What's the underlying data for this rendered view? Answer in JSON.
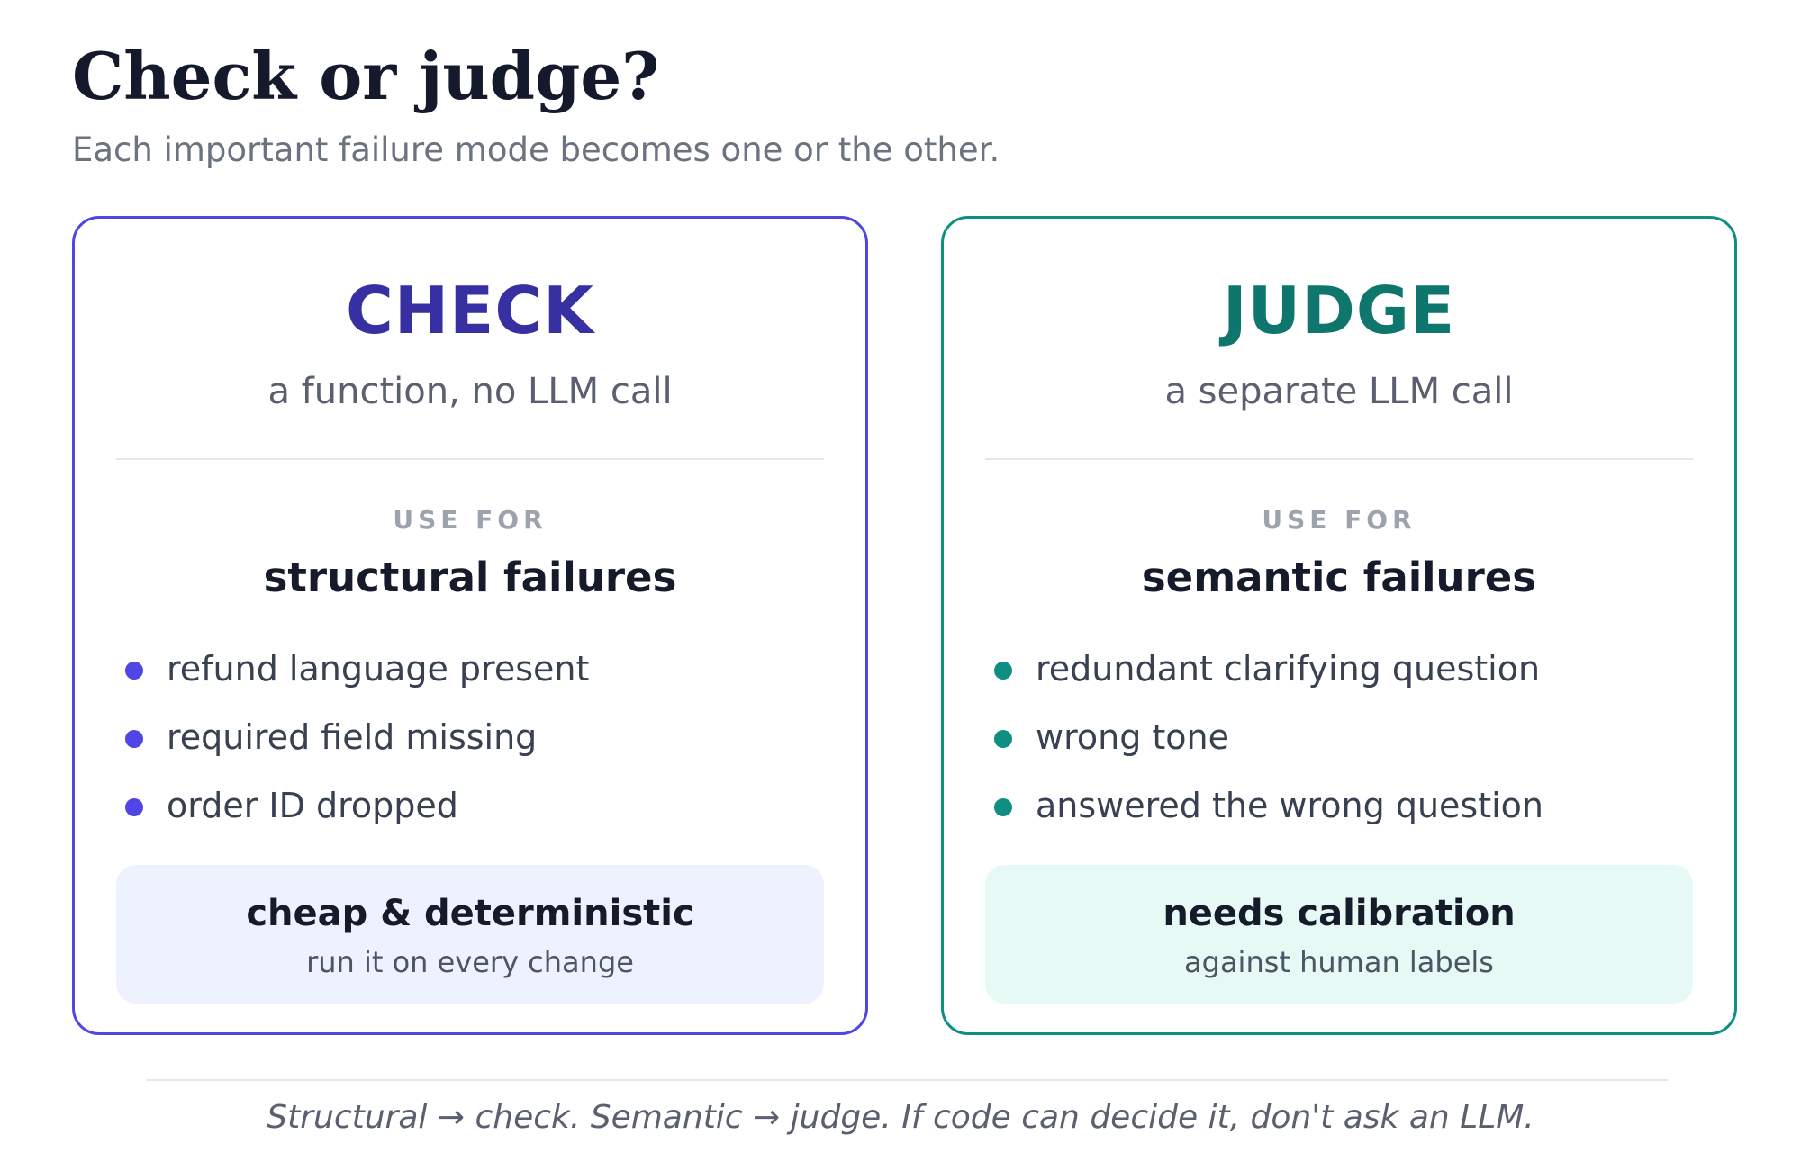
{
  "header": {
    "title": "Check or judge?",
    "subtitle": "Each important failure mode becomes one or the other."
  },
  "cards": [
    {
      "title": "CHECK",
      "subtitle": "a function, no LLM call",
      "use_for_label": "USE FOR",
      "failure_type": "structural failures",
      "items": [
        "refund language present",
        "required field missing",
        "order ID dropped"
      ],
      "note_main": "cheap & deterministic",
      "note_sub": "run it on every change",
      "accent_color": "#4f46e5"
    },
    {
      "title": "JUDGE",
      "subtitle": "a separate LLM call",
      "use_for_label": "USE FOR",
      "failure_type": "semantic failures",
      "items": [
        "redundant clarifying question",
        "wrong tone",
        "answered the wrong question"
      ],
      "note_main": "needs calibration",
      "note_sub": "against human labels",
      "accent_color": "#0f8f82"
    }
  ],
  "footer": {
    "text": "Structural → check. Semantic → judge. If code can decide it, don't ask an LLM."
  }
}
